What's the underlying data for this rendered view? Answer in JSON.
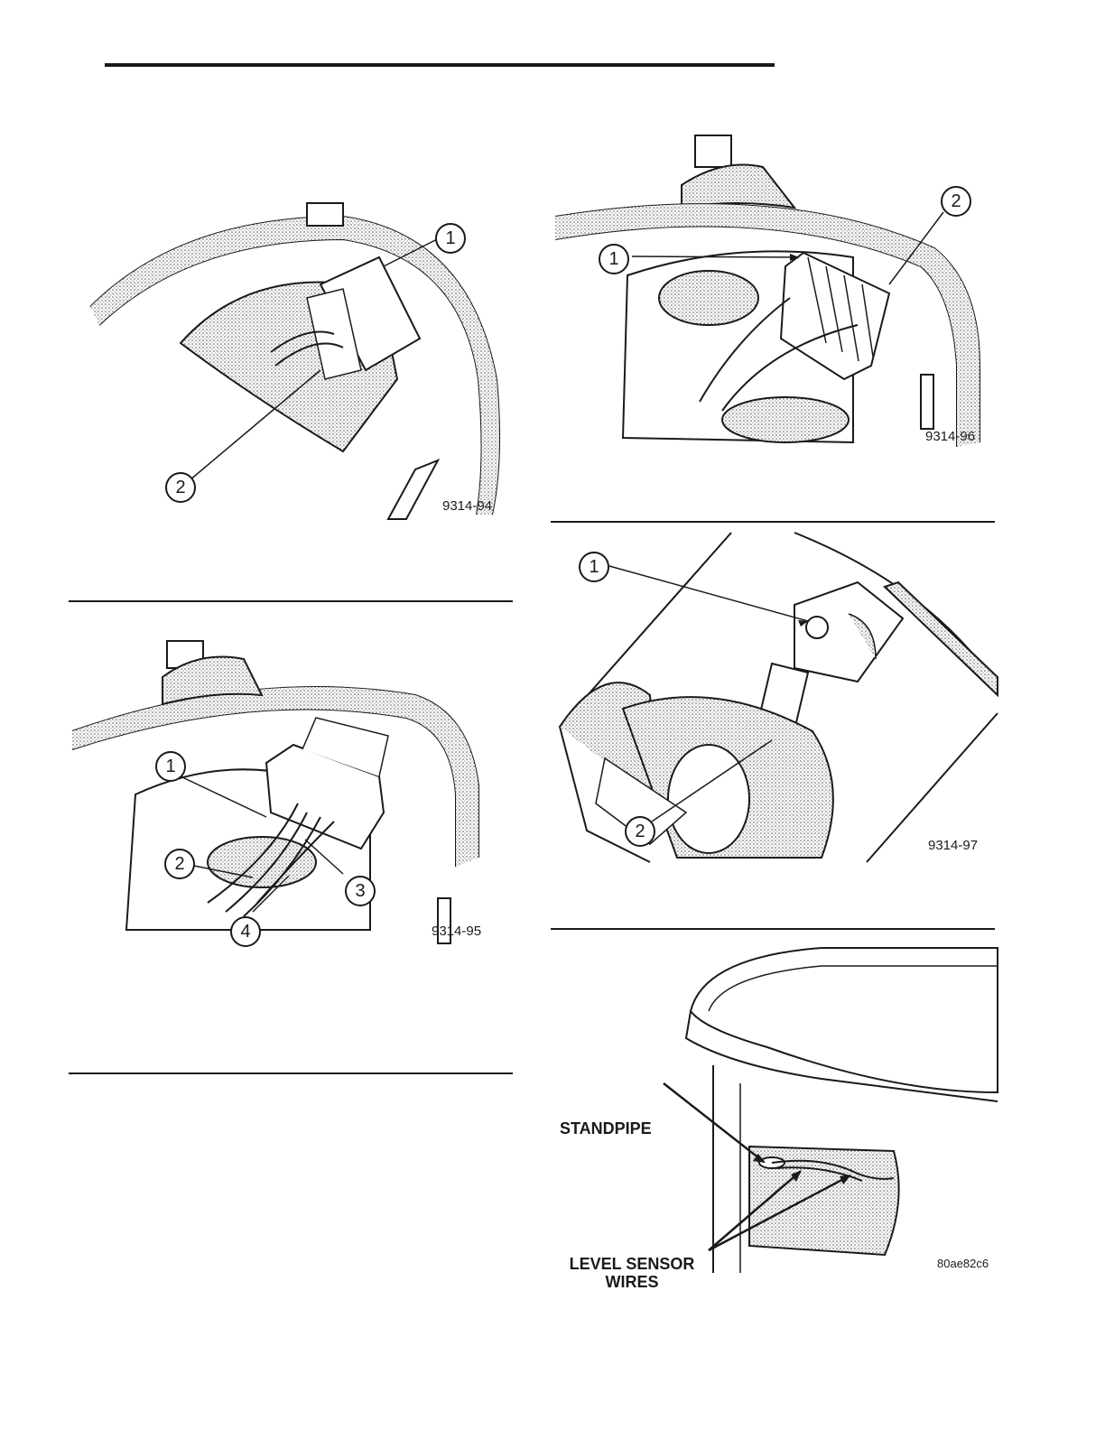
{
  "figures": [
    {
      "id": "fig1",
      "code": "9314-94",
      "callouts": [
        "1",
        "2"
      ]
    },
    {
      "id": "fig2",
      "code": "9314-95",
      "callouts": [
        "1",
        "2",
        "3",
        "4"
      ]
    },
    {
      "id": "fig3",
      "code": "9314-96",
      "callouts": [
        "1",
        "2"
      ]
    },
    {
      "id": "fig4",
      "code": "9314-97",
      "callouts": [
        "1",
        "2"
      ]
    },
    {
      "id": "fig5",
      "code": "80ae82c6",
      "labels": {
        "standpipe": "STANDPIPE",
        "sensor_line1": "LEVEL SENSOR",
        "sensor_line2": "WIRES"
      }
    }
  ]
}
